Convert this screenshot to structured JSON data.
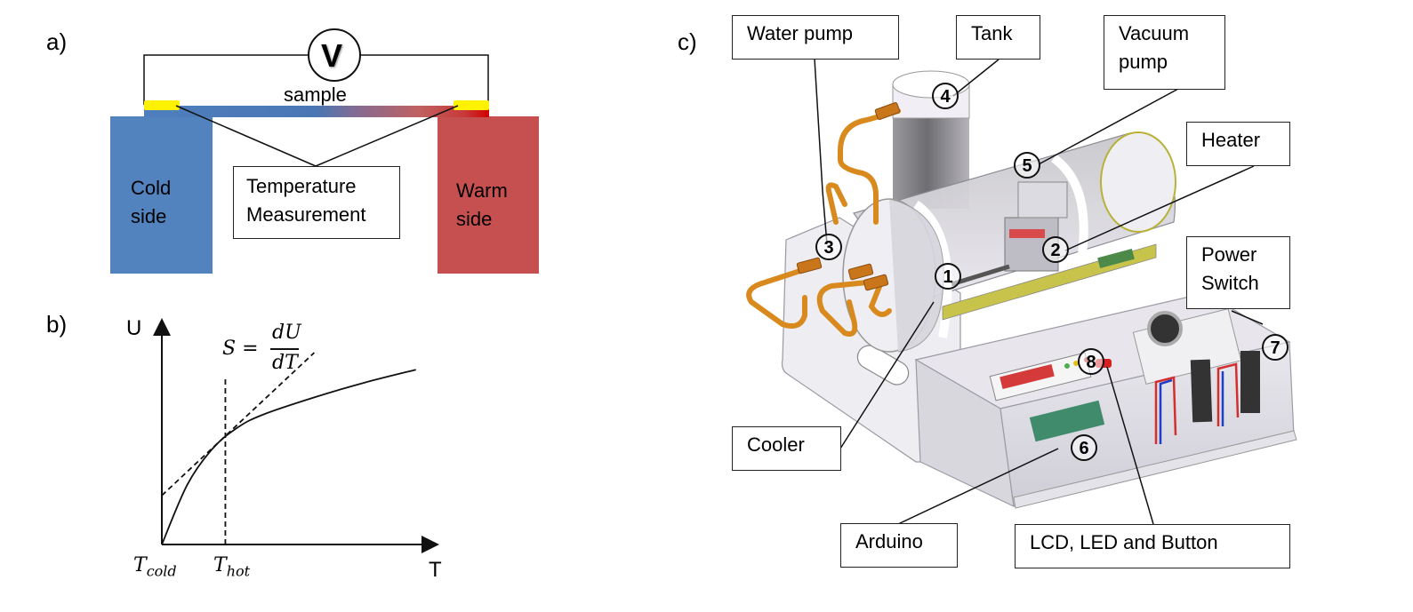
{
  "panels": {
    "a": {
      "letter": "a)",
      "voltmeter_symbol": "V",
      "sample_label": "sample",
      "cold_side_label": [
        "Cold",
        "side"
      ],
      "warm_side_label": [
        "Warm",
        "side"
      ],
      "measurement_label": [
        "Temperature",
        "Measurement"
      ],
      "colors": {
        "cold": "#5283BF",
        "warm": "#C65050",
        "contact": "#FFF200",
        "hot_end": "#D10000"
      }
    },
    "b": {
      "letter": "b)",
      "y_axis_label": "U",
      "x_axis_label": "T",
      "formula_lhs": "S =",
      "formula_num": "dU",
      "formula_den": "dT",
      "tick_cold": "T",
      "tick_cold_sub": "cold",
      "tick_hot": "T",
      "tick_hot_sub": "hot"
    },
    "c": {
      "letter": "c)",
      "callouts": [
        {
          "id": "water-pump",
          "lines": [
            "Water pump"
          ]
        },
        {
          "id": "tank",
          "lines": [
            "Tank"
          ]
        },
        {
          "id": "vacuum-pump",
          "lines": [
            "Vacuum",
            "pump"
          ]
        },
        {
          "id": "heater",
          "lines": [
            "Heater"
          ]
        },
        {
          "id": "power-switch",
          "lines": [
            "Power",
            "Switch"
          ]
        },
        {
          "id": "cooler",
          "lines": [
            "Cooler"
          ]
        },
        {
          "id": "arduino",
          "lines": [
            "Arduino"
          ]
        },
        {
          "id": "lcd-led-button",
          "lines": [
            "LCD, LED and Button"
          ]
        }
      ],
      "markers": [
        "1",
        "2",
        "3",
        "4",
        "5",
        "6",
        "7",
        "8"
      ]
    }
  },
  "chart_data": {
    "type": "line",
    "title": "",
    "xlabel": "T",
    "ylabel": "U",
    "tick_labels": [
      "T_cold",
      "T_hot"
    ],
    "annotation": "S = dU/dT",
    "series": [
      {
        "name": "U(T) curve",
        "style": "solid",
        "x": [
          0,
          0.1,
          0.2,
          0.3,
          0.4,
          0.6,
          0.8,
          1.0
        ],
        "y": [
          0,
          0.28,
          0.45,
          0.55,
          0.61,
          0.69,
          0.76,
          0.82
        ]
      },
      {
        "name": "tangent at T_hot",
        "style": "dashed",
        "x": [
          0,
          0.6
        ],
        "y": [
          0.23,
          0.9
        ]
      },
      {
        "name": "T_hot marker",
        "style": "dashed",
        "x": [
          0.25,
          0.25
        ],
        "y": [
          0,
          0.78
        ]
      }
    ],
    "xlim": [
      0,
      1.05
    ],
    "ylim": [
      0,
      1.0
    ],
    "grid": false,
    "legend": "none"
  }
}
